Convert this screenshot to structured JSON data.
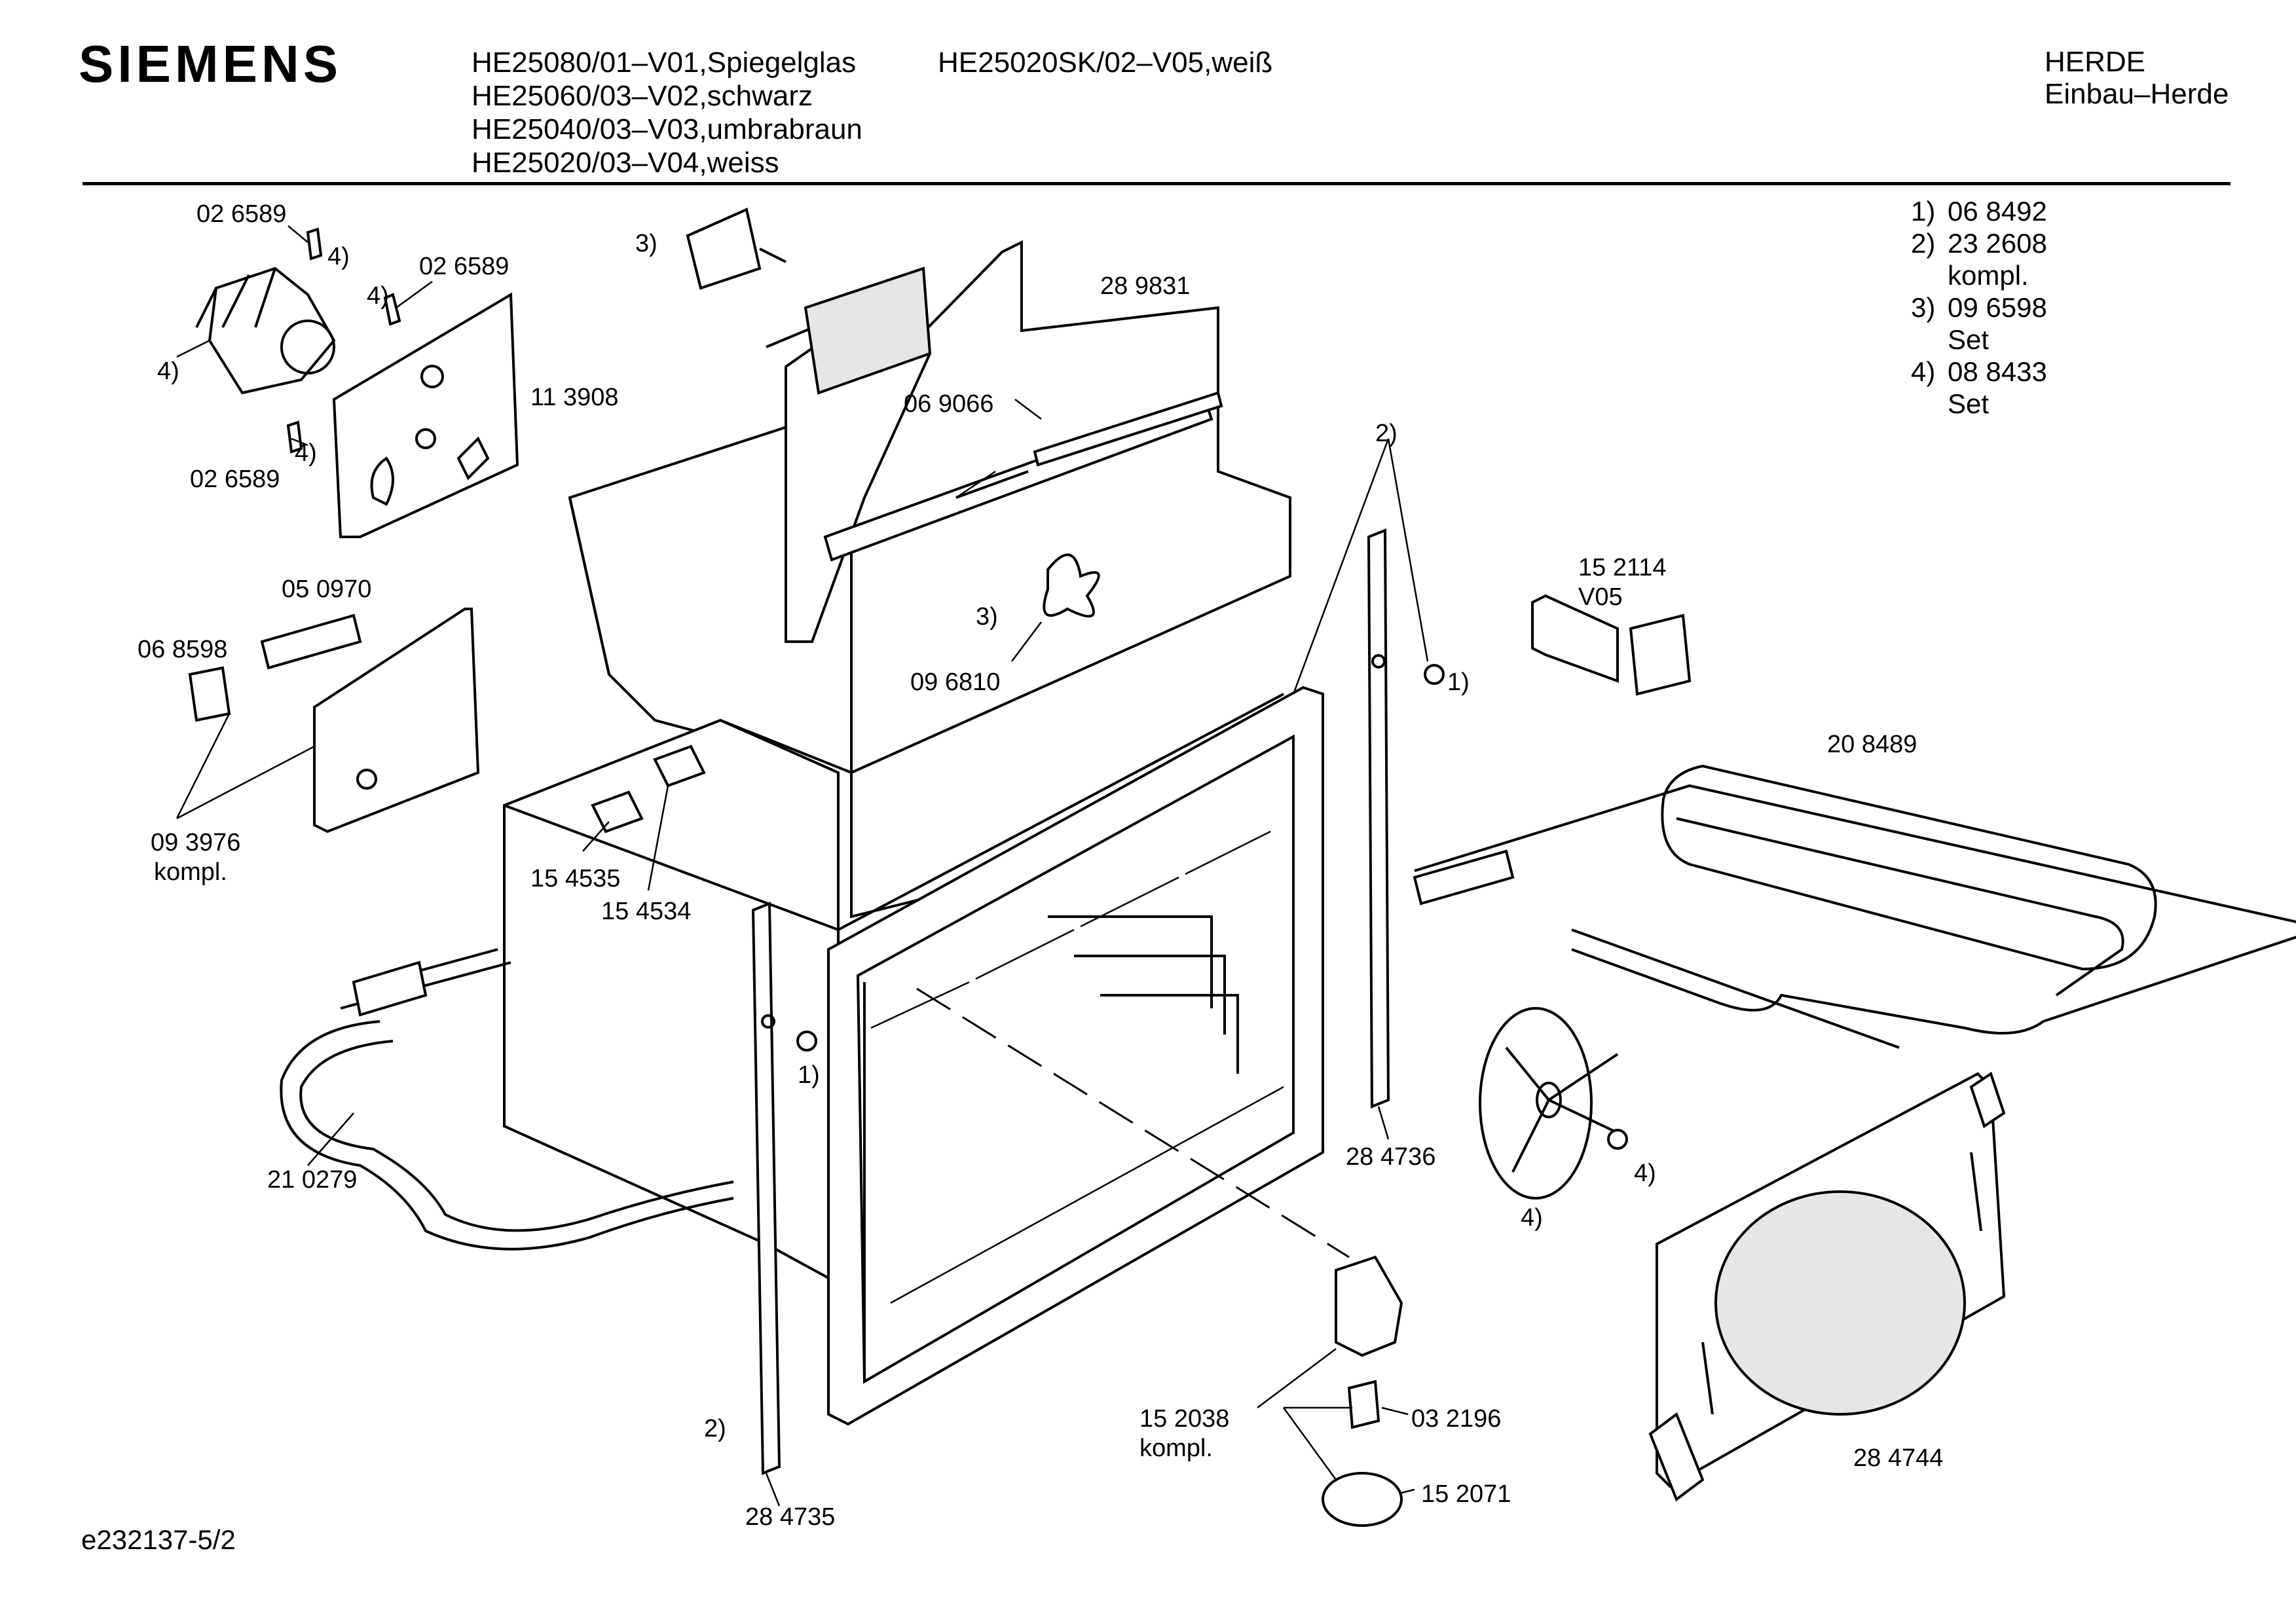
{
  "header": {
    "brand": "SIEMENS",
    "models_left": [
      "HE25080/01–V01,Spiegelglas",
      "HE25060/03–V02,schwarz",
      "HE25040/03–V03,umbrabraun",
      "HE25020/03–V04,weiss"
    ],
    "models_right": [
      "HE25020SK/02–V05,weiß"
    ],
    "category": [
      "HERDE",
      "Einbau–Herde"
    ]
  },
  "legend": [
    {
      "num": "1)",
      "lines": [
        "06 8492"
      ]
    },
    {
      "num": "2)",
      "lines": [
        "23 2608",
        "kompl."
      ]
    },
    {
      "num": "3)",
      "lines": [
        "09 6598",
        "Set"
      ]
    },
    {
      "num": "4)",
      "lines": [
        "08 8433",
        "Set"
      ]
    }
  ],
  "labels": {
    "p026589_a": "02 6589",
    "p026589_b": "02 6589",
    "p026589_c": "02 6589",
    "n4_a": "4)",
    "n4_b": "4)",
    "n4_c": "4)",
    "n4_d": "4)",
    "p113908": "11 3908",
    "n3_a": "3)",
    "p289831": "28 9831",
    "p069066": "06 9066",
    "n2_a": "2)",
    "n3_b": "3)",
    "p096810": "09 6810",
    "p152114": "15 2114",
    "v05": "V05",
    "n1_a": "1)",
    "p050970": "05 0970",
    "p068598": "06 8598",
    "p093976": "09 3976",
    "kompl_a": "kompl.",
    "p154535": "15 4535",
    "p154534": "15 4534",
    "p208489": "20 8489",
    "n1_b": "1)",
    "p210279": "21 0279",
    "p284736": "28 4736",
    "n4_e": "4)",
    "n4_f": "4)",
    "p152038": "15 2038",
    "kompl_b": "kompl.",
    "p032196": "03 2196",
    "p152071": "15 2071",
    "p284744": "28 4744",
    "n2_b": "2)",
    "p284735": "28 4735"
  },
  "footer": {
    "doc_id": "e232137-5/2"
  }
}
